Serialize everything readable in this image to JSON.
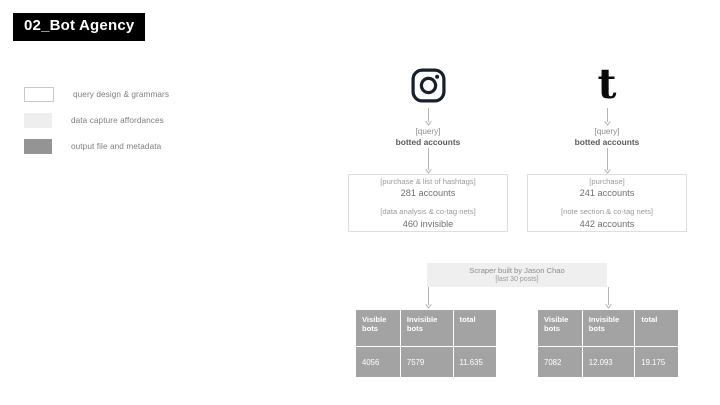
{
  "title": "02_Bot Agency",
  "legend": {
    "items": [
      {
        "label": "query design & grammars",
        "swatch": "white-outline",
        "color": "#ffffff"
      },
      {
        "label": "data capture affordances",
        "swatch": "light-gray",
        "color": "#eeeeee"
      },
      {
        "label": "output file and metadata",
        "swatch": "mid-gray",
        "color": "#949494"
      }
    ]
  },
  "columns": [
    {
      "platform": "instagram",
      "icon": "instagram-icon",
      "query": {
        "tag": "[query]",
        "value": "botted accounts"
      },
      "box": {
        "lines": [
          {
            "tag": "[purchase &  list of hashtags]",
            "value": "281 accounts"
          },
          {
            "tag": "[data analysis &  co-tag nets]",
            "value": "460 invisible"
          }
        ]
      },
      "table": {
        "headers": [
          "Visible bots",
          "Invisible bots",
          "total"
        ],
        "row": [
          "4056",
          "7579",
          "11.635"
        ]
      }
    },
    {
      "platform": "tumblr",
      "icon": "tumblr-icon",
      "icon_glyph": "t",
      "query": {
        "tag": "[query]",
        "value": "botted accounts"
      },
      "box": {
        "lines": [
          {
            "tag": "[purchase]",
            "value": "241 accounts"
          },
          {
            "tag": "[note section &  co-tag nets]",
            "value": "442 accounts"
          }
        ]
      },
      "table": {
        "headers": [
          "Visible bots",
          "Invisible bots",
          "total"
        ],
        "row": [
          "7082",
          "12.093",
          "19.175"
        ]
      }
    }
  ],
  "scraper": {
    "title": "Scraper built by Jason Chao",
    "subtitle": "[last 30 posts]"
  }
}
